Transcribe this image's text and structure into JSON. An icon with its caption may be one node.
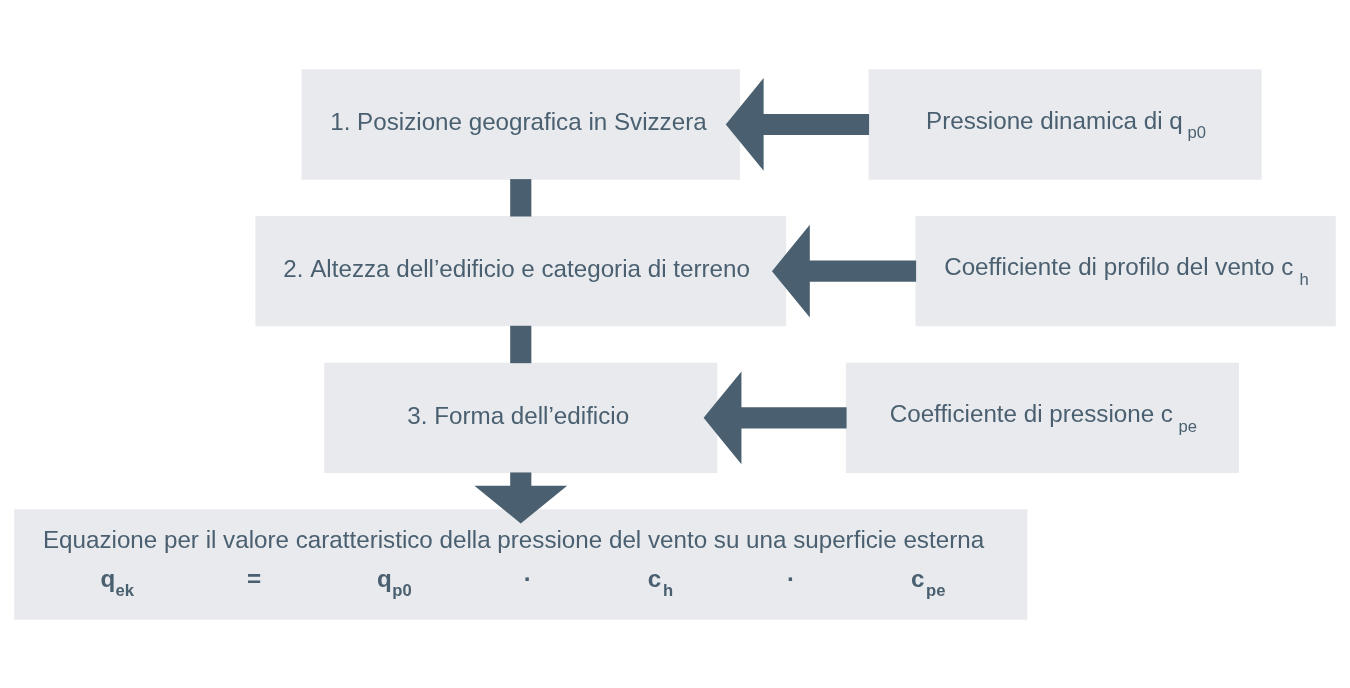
{
  "diagram": {
    "nodes": [
      {
        "text": [
          "1. Posizione geografica in Svizzera"
        ]
      },
      {
        "text": [
          "Pressione dinamica di q$_{p0}$"
        ]
      },
      {
        "text": [
          "2. Altezza dell’edificio e categoria di terreno"
        ]
      },
      {
        "text": [
          "Coefficiente di profilo del vento c$_{h}$"
        ]
      },
      {
        "text": [
          "3. Forma dell’edificio"
        ]
      },
      {
        "text": [
          "Coefficiente di pressione c$_{pe}$"
        ]
      },
      {
        "text": [
          "Equazione per il valore caratteristico della pressione del vento su una superficie esterna",
          "q$_{ek}$ = q$_{p0}$ · c$_{h}$ · c$_{pe}$"
        ]
      }
    ],
    "edges": [
      {
        "from": 1,
        "to": 0,
        "arrow": "to"
      },
      {
        "from": 0,
        "to": 2,
        "arrow": "none"
      },
      {
        "from": 3,
        "to": 2,
        "arrow": "to"
      },
      {
        "from": 2,
        "to": 4,
        "arrow": "none"
      },
      {
        "from": 5,
        "to": 4,
        "arrow": "to"
      },
      {
        "from": 4,
        "to": 6,
        "arrow": "to"
      }
    ]
  }
}
